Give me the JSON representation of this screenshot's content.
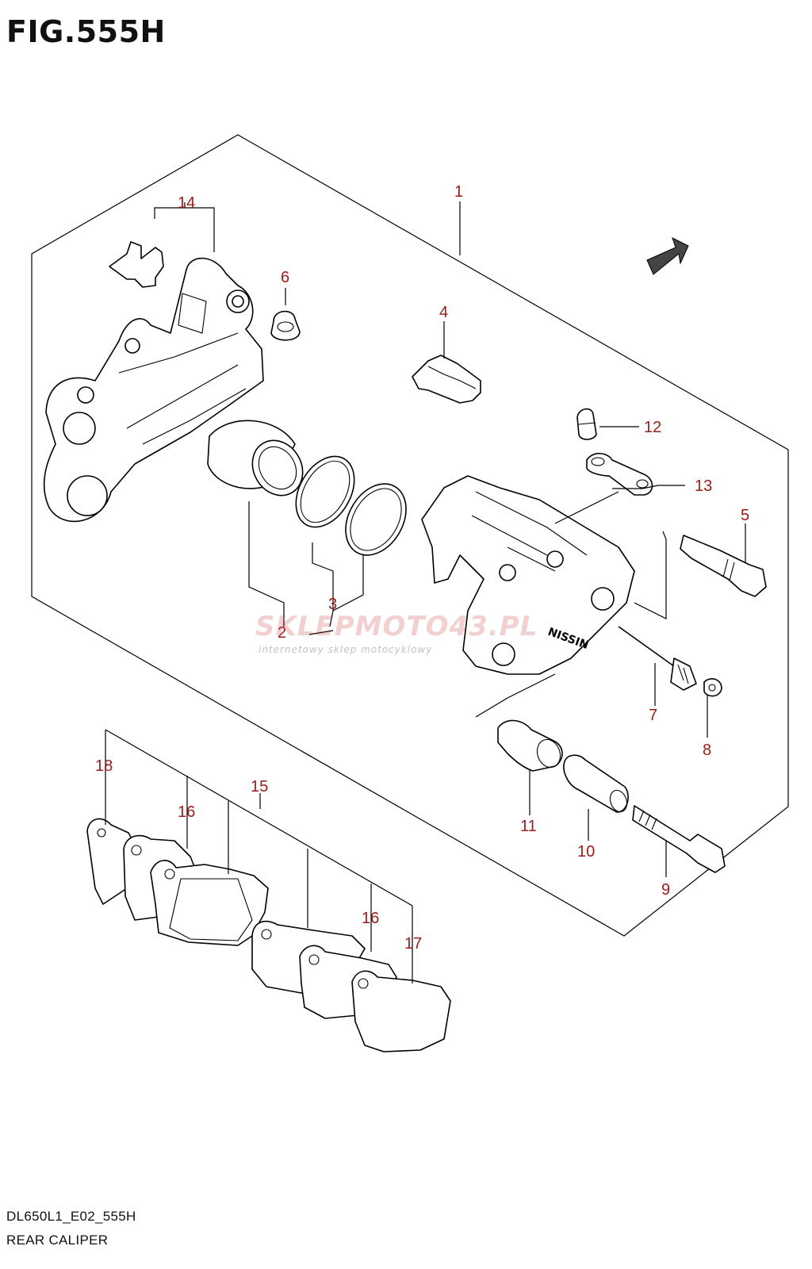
{
  "figure": {
    "title": "FIG.555H",
    "code": "DL650L1_E02_555H",
    "name": "REAR CALIPER"
  },
  "watermark": {
    "brand": "SKLEPMOTO43.PL",
    "tagline": "internetowy sklep motocyklowy"
  },
  "callouts": [
    "1",
    "2",
    "3",
    "4",
    "5",
    "6",
    "7",
    "8",
    "9",
    "10",
    "11",
    "12",
    "13",
    "14",
    "15",
    "16",
    "16",
    "17",
    "18"
  ],
  "colors": {
    "callout": "#9b1b1b",
    "line": "#000000"
  },
  "icons": {
    "direction": "front-arrow-icon"
  }
}
